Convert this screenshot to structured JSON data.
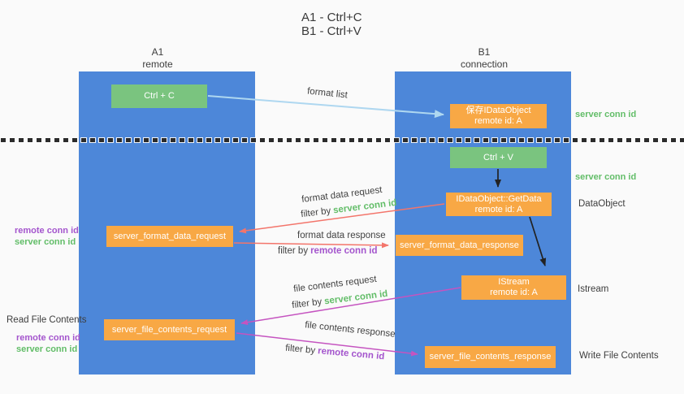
{
  "title": {
    "line1": "A1 - Ctrl+C",
    "line2": "B1 - Ctrl+V"
  },
  "lifelines": {
    "a1": {
      "name": "A1",
      "role": "remote"
    },
    "b1": {
      "name": "B1",
      "role": "connection"
    }
  },
  "nodes": {
    "ctrl_c": {
      "label": "Ctrl + C"
    },
    "ctrl_v": {
      "label": "Ctrl + V"
    },
    "save_dataobject": {
      "line1": "保存IDataObject",
      "line2": "remote id: A"
    },
    "getdata": {
      "line1": "IDataObject::GetData",
      "line2": "remote id: A"
    },
    "istream": {
      "line1": "IStream",
      "line2": "remote id: A"
    },
    "server_format_data_request": {
      "label": "server_format_data_request"
    },
    "server_format_data_response": {
      "label": "server_format_data_response"
    },
    "server_file_contents_request": {
      "label": "server_file_contents_request"
    },
    "server_file_contents_response": {
      "label": "server_file_contents_response"
    }
  },
  "edge_labels": {
    "format_list": "format list",
    "format_data_request": "format data request",
    "format_data_response": "format data response",
    "file_contents_request": "file contents request",
    "file_contents_response": "file contents response",
    "filter_by": "filter by"
  },
  "annotations": {
    "server_conn_id": "server conn id",
    "remote_conn_id": "remote conn id",
    "dataobject": "DataObject",
    "istream": "Istream",
    "read_file_contents": "Read File Contents",
    "write_file_contents": "Write File Contents"
  },
  "colors": {
    "lifeline_blue": "#4d87d9",
    "node_green": "#7ac47f",
    "node_orange": "#f8a845",
    "arrow_light_blue": "#aed7f0",
    "arrow_red": "#f3756b",
    "arrow_magenta": "#c554c0",
    "arrow_black": "#222222",
    "conn_id_green": "#62bd68",
    "conn_id_purple": "#a455cd",
    "background": "#fafafa"
  }
}
